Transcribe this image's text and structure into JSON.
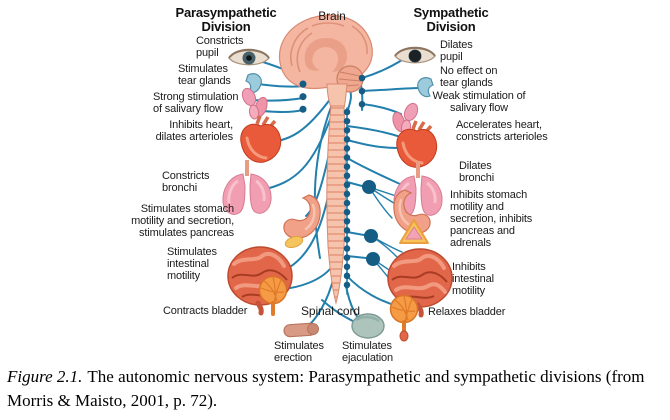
{
  "figure": {
    "titles": {
      "parasympathetic": "Parasympathetic Division",
      "brain": "Brain",
      "sympathetic": "Sympathetic Division",
      "spinal_cord": "Spinal cord"
    },
    "parasympathetic_labels": [
      {
        "organ": "eye",
        "text": "Constricts pupil"
      },
      {
        "organ": "tear-glands",
        "text": "Stimulates tear glands"
      },
      {
        "organ": "salivary-glands",
        "text": "Strong stimulation of salivary flow"
      },
      {
        "organ": "heart",
        "text": "Inhibits heart, dilates arterioles"
      },
      {
        "organ": "bronchi",
        "text": "Constricts bronchi"
      },
      {
        "organ": "stomach-pancreas",
        "text": "Stimulates stomach motility and secretion, stimulates pancreas"
      },
      {
        "organ": "intestines",
        "text": "Stimulates intestinal motility"
      },
      {
        "organ": "bladder",
        "text": "Contracts bladder"
      },
      {
        "organ": "genitals",
        "text": "Stimulates erection"
      }
    ],
    "sympathetic_labels": [
      {
        "organ": "eye",
        "text": "Dilates pupil"
      },
      {
        "organ": "tear-glands",
        "text": "No effect on tear glands"
      },
      {
        "organ": "salivary-glands",
        "text": "Weak stimulation of salivary flow"
      },
      {
        "organ": "heart",
        "text": "Accelerates heart, constricts arterioles"
      },
      {
        "organ": "bronchi",
        "text": "Dilates bronchi"
      },
      {
        "organ": "stomach-pancreas-adrenals",
        "text": "Inhibits stomach motility and secretion, inhibits pancreas and adrenals"
      },
      {
        "organ": "intestines",
        "text": "Inhibits intestinal motility"
      },
      {
        "organ": "bladder",
        "text": "Relaxes bladder"
      },
      {
        "organ": "genitals",
        "text": "Stimulates ejaculation"
      }
    ],
    "caption": {
      "label": "Figure 2.1.",
      "text": "The autonomic nervous system: Parasympathetic and sympathetic divisions (from Morris & Maisto, 2001, p. 72)."
    },
    "colors": {
      "nerve": "#2380AD",
      "ganglion": "#155D84",
      "brain": "#F4B5A1",
      "brain_outline": "#D98A72",
      "spinal_cord": "#F6C3AC",
      "heart": "#E85A3A",
      "lungs": "#F29EB2",
      "stomach": "#F0A188",
      "intestines": "#E2674A",
      "bladder": "#F59A45",
      "pancreas": "#F5C45E",
      "adrenal": "#F6C45A",
      "tear_gland": "#9CCBDB",
      "eye_sclera": "#E9DECF",
      "ejaculatory": "#ADC4BD",
      "text": "#1B1B1B"
    }
  }
}
